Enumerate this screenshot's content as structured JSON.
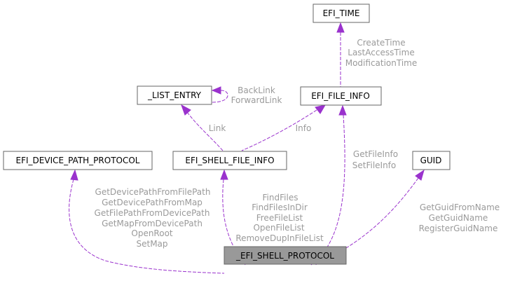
{
  "nodes": {
    "efi_time": "EFI_TIME",
    "list_entry": "_LIST_ENTRY",
    "efi_file_info": "EFI_FILE_INFO",
    "device_path_protocol": "EFI_DEVICE_PATH_PROTOCOL",
    "shell_file_info": "EFI_SHELL_FILE_INFO",
    "guid": "GUID",
    "shell_protocol": "_EFI_SHELL_PROTOCOL"
  },
  "edges": {
    "time_to_file_info": [
      "CreateTime",
      "LastAccessTime",
      "ModificationTime"
    ],
    "list_entry_self": [
      "BackLink",
      "ForwardLink"
    ],
    "list_entry_to_shell_file_info": [
      "Link"
    ],
    "file_info_to_shell_file_info": [
      "Info"
    ],
    "file_info_to_protocol": [
      "GetFileInfo",
      "SetFileInfo"
    ],
    "guid_to_protocol": [
      "GetGuidFromName",
      "GetGuidName",
      "RegisterGuidName"
    ],
    "device_path_to_protocol": [
      "GetDevicePathFromFilePath",
      "GetDevicePathFromMap",
      "GetFilePathFromDevicePath",
      "GetMapFromDevicePath",
      "OpenRoot",
      "SetMap"
    ],
    "shell_file_info_to_protocol": [
      "FindFiles",
      "FindFilesInDir",
      "FreeFileList",
      "OpenFileList",
      "RemoveDupInFileList"
    ]
  }
}
